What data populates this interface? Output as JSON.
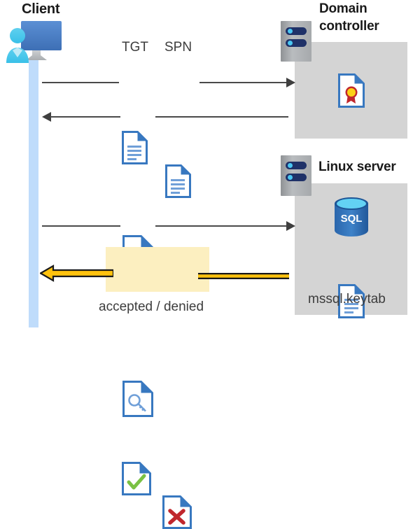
{
  "diagram": {
    "title_client": "Client",
    "title_domain_controller": "Domain\ncontroller",
    "domain_controller_line1": "Domain",
    "domain_controller_line2": "controller",
    "title_linux_server": "Linux server",
    "labels": {
      "tgt": "TGT",
      "spn": "SPN",
      "keytab": "mssql.keytab",
      "result": "accepted / denied"
    },
    "icons": {
      "client": "client-workstation-icon",
      "server_rack": "server-rack-icon",
      "certificate_doc": "certificate-document-icon",
      "ticket_doc": "document-icon",
      "key_doc": "key-document-icon",
      "sql_db": "sql-database-icon",
      "keytab_doc": "document-icon",
      "accepted_doc": "document-check-icon",
      "denied_doc": "document-x-icon"
    },
    "flows": [
      {
        "name": "client-to-dc-request",
        "direction": "right",
        "carries": [
          "TGT",
          "SPN"
        ]
      },
      {
        "name": "dc-to-client-service-ticket",
        "direction": "left",
        "carries": [
          "key-document"
        ]
      },
      {
        "name": "client-to-linux-service-ticket",
        "direction": "right",
        "carries": [
          "key-document"
        ]
      },
      {
        "name": "linux-to-client-result",
        "direction": "left",
        "carries": [
          "accepted / denied"
        ]
      }
    ],
    "colors": {
      "panel_gray": "#d4d4d4",
      "lifeline_blue": "#bfdcfb",
      "highlight_yellow": "#fcefc0",
      "arrow_yellow": "#ffc20e",
      "doc_blue": "#3878c0",
      "accept_green": "#7ac143",
      "deny_red": "#c0272d",
      "sql_blue": "#2f6fb5",
      "cert_gold": "#fcd116",
      "cert_red": "#c0272d",
      "line_gray": "#4a4a4a"
    }
  }
}
